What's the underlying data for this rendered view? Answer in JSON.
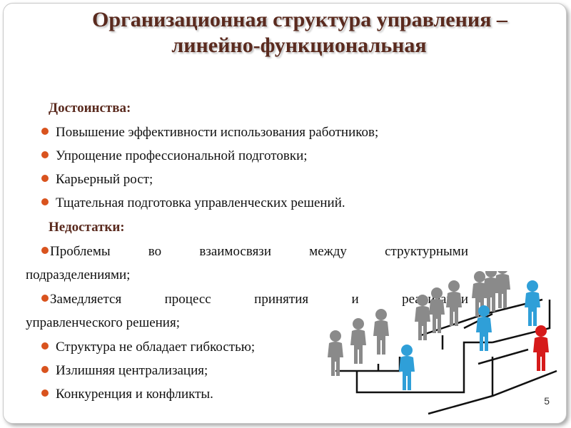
{
  "title": {
    "line1": "Организационная структура управления –",
    "line2": "линейно-функциональная"
  },
  "advantages": {
    "heading": "Достоинства:",
    "items": [
      "Повышение эффективности использования работников;",
      "Упрощение профессиональной подготовки;",
      "Карьерный рост;",
      "Тщательная подготовка управленческих решений."
    ]
  },
  "disadvantages": {
    "heading": "Недостатки:",
    "item1": {
      "line1": "Проблемы во взаимосвязи между структурными",
      "line2": "подразделениями;"
    },
    "item2": {
      "line1": "Замедляется процесс принятия и реализации",
      "line2": "управленческого решения;"
    },
    "items_rest": [
      "Структура не обладает гибкостью;",
      "Излишняя централизация;",
      "Конкуренция и конфликты."
    ]
  },
  "page_number": "5",
  "colors": {
    "title": "#5a2a1e",
    "bullet": "#d9531e",
    "people_grey": "#8a8a8a",
    "people_blue": "#2f9fd8",
    "people_red": "#d61a1a"
  }
}
